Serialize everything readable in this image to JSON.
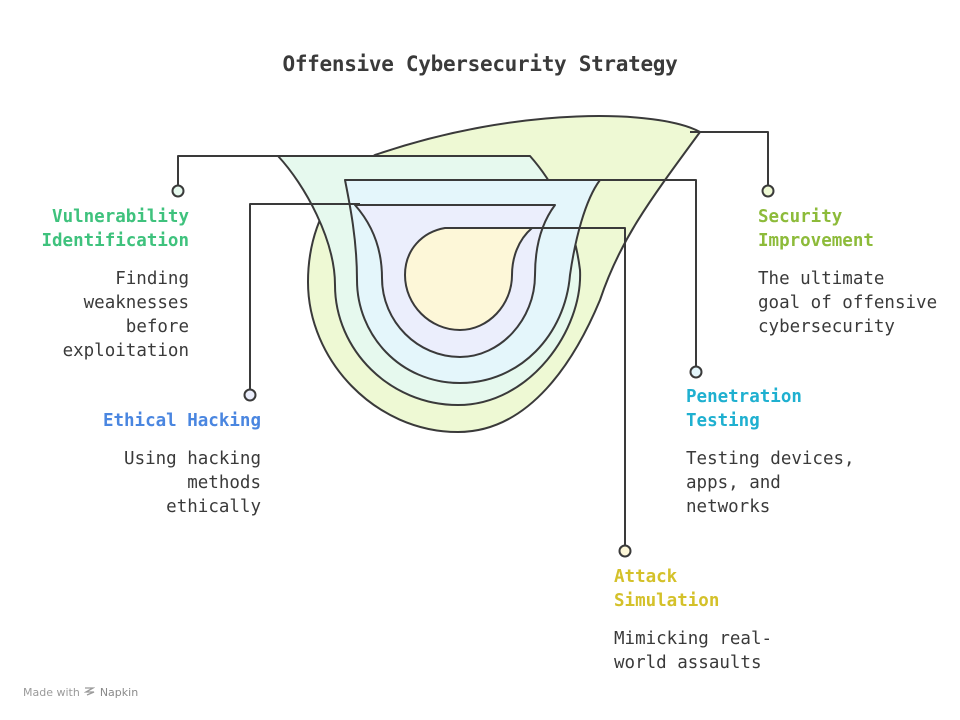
{
  "title": "Offensive Cybersecurity Strategy",
  "items": [
    {
      "heading_1": "Vulnerability",
      "heading_2": "Identification",
      "desc": [
        "Finding",
        "weaknesses",
        "before",
        "exploitation"
      ],
      "color": "#3fc27d"
    },
    {
      "heading_1": "Ethical Hacking",
      "desc": [
        "Using hacking",
        "methods",
        "ethically"
      ],
      "color": "#4a86e0"
    },
    {
      "heading_1": "Security",
      "heading_2": "Improvement",
      "desc": [
        "The ultimate",
        "goal of offensive",
        "cybersecurity"
      ],
      "color": "#8dbb3a"
    },
    {
      "heading_1": "Penetration",
      "heading_2": "Testing",
      "desc": [
        "Testing devices,",
        "apps, and",
        "networks"
      ],
      "color": "#1fb0d0"
    },
    {
      "heading_1": "Attack",
      "heading_2": "Simulation",
      "desc": [
        "Mimicking real-",
        "world assaults"
      ],
      "color": "#d4c12a"
    }
  ],
  "footer": {
    "made_with": "Made with",
    "brand": "Napkin"
  }
}
